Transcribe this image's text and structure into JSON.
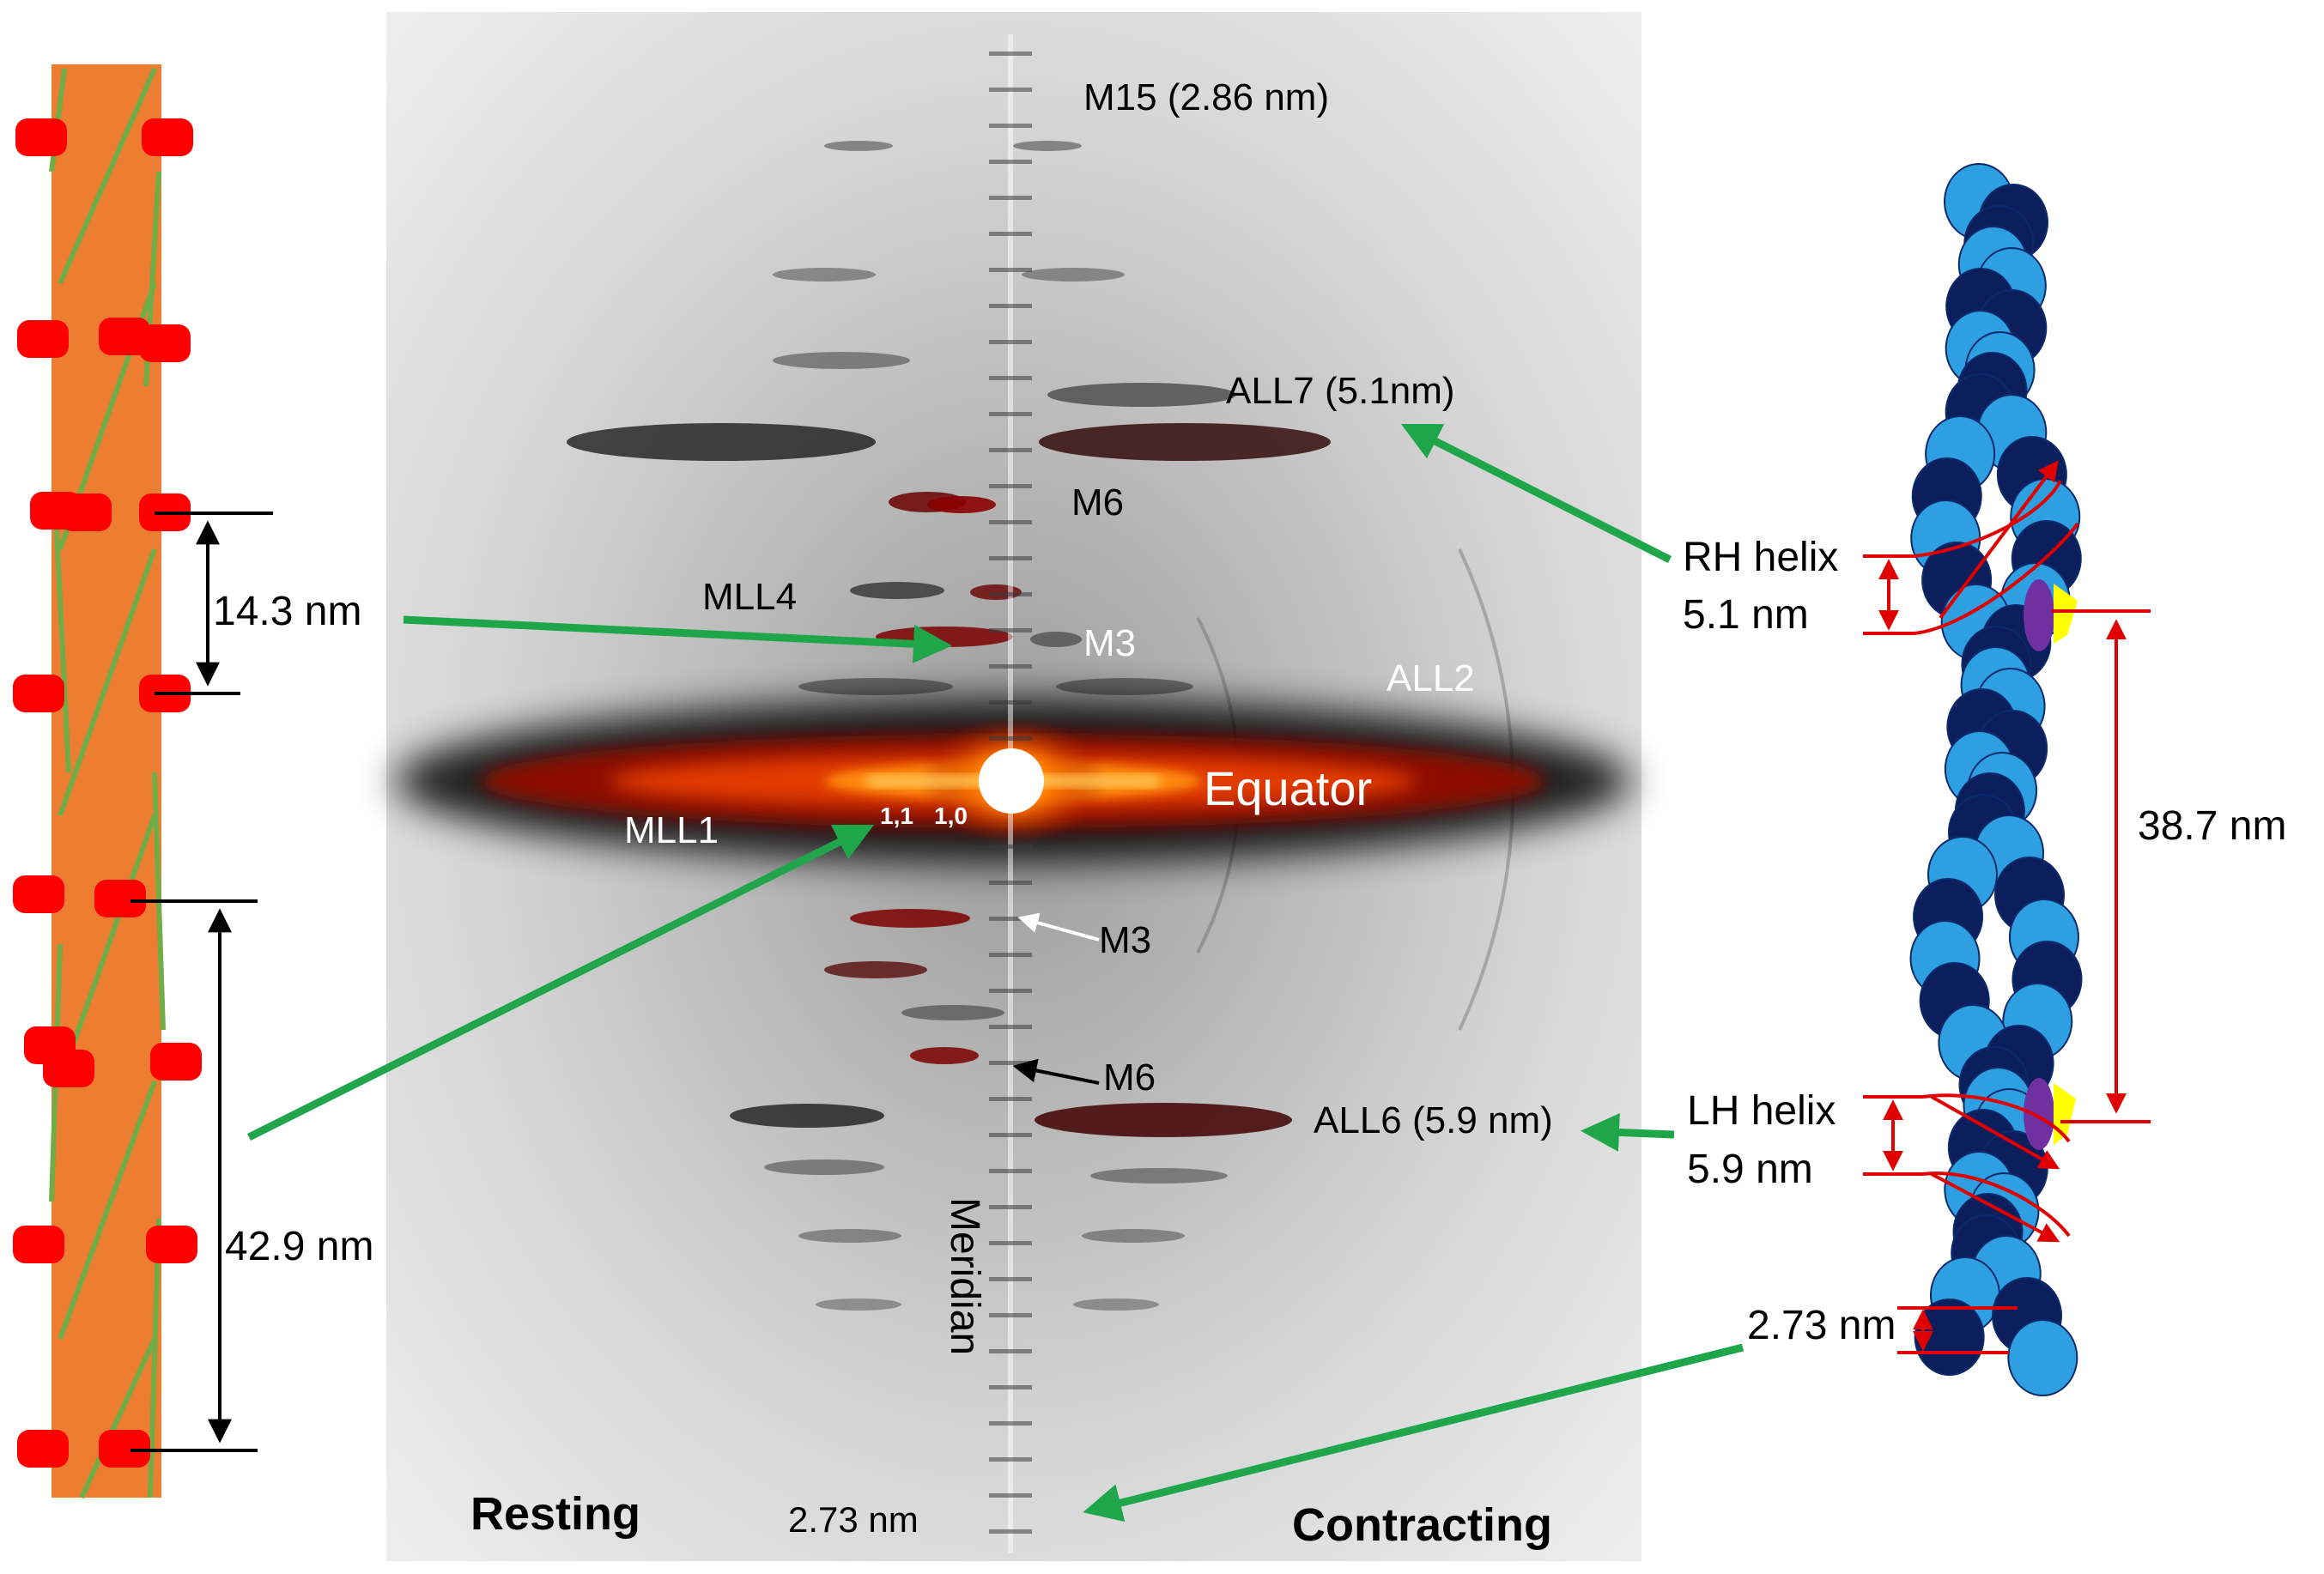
{
  "xray_labels": {
    "m15": "M15 (2.86 nm)",
    "all7": "ALL7 (5.1nm)",
    "m6_top": "M6",
    "mll4": "MLL4",
    "m3_top": "M3",
    "all2": "ALL2",
    "equator": "Equator",
    "mll1": "MLL1",
    "reflection_11": "1,1",
    "reflection_10": "1,0",
    "m3_bottom": "M3",
    "m6_bottom": "M6",
    "all6": "ALL6 (5.9 nm)",
    "meridian": "Meridian",
    "resting": "Resting",
    "contracting": "Contracting",
    "bottom_spacing": "2.73 nm"
  },
  "thick_filament": {
    "spacing_crown": "14.3 nm",
    "spacing_helix": "42.9 nm"
  },
  "thin_filament": {
    "rh_helix_title": "RH helix",
    "rh_helix_value": "5.1 nm",
    "repeat": "38.7 nm",
    "lh_helix_title": "LH helix",
    "lh_helix_value": "5.9 nm",
    "monomer_rise": "2.73 nm"
  },
  "colors": {
    "thick_backbone": "#ed7d31",
    "myosin_head": "#ff0000",
    "myosin_strand": "#70ad47",
    "actin_light": "#2e9fe0",
    "actin_dark": "#0c1f5c",
    "troponin": "#7030a0",
    "tropomyosin_tip": "#ffff00",
    "arrow_green": "#1fa64a",
    "dimension_red": "#e00000"
  }
}
